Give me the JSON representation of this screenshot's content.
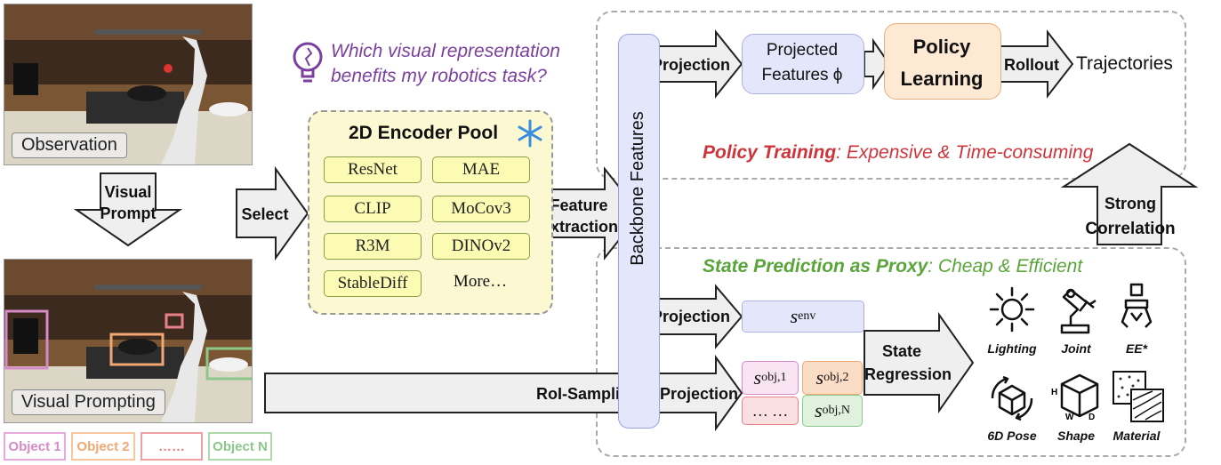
{
  "photos": {
    "observation_label": "Observation",
    "prompting_label": "Visual Prompting"
  },
  "arrows": {
    "visual_prompt": [
      "Visual",
      "Prompt"
    ],
    "select": "Select",
    "feature_extraction": [
      "Feature",
      "Extraction"
    ],
    "projection_top": "Projection",
    "rollout": "Rollout",
    "strong_correlation": [
      "Strong",
      "Correlation"
    ],
    "projection_bottom": "Projection",
    "state_regression": [
      "State",
      "Regression"
    ],
    "roi_sampling": "RoI-Sampling & Projection"
  },
  "question": [
    "Which visual representation",
    "benefits my robotics task?"
  ],
  "encoder_pool": {
    "title": "2D Encoder Pool",
    "items": [
      "ResNet",
      "MAE",
      "CLIP",
      "MoCov3",
      "R3M",
      "DINOv2",
      "StableDiff",
      "More…"
    ]
  },
  "backbone_label": "Backbone Features",
  "policy": {
    "projected_features": [
      "Projected",
      "Features ϕ"
    ],
    "policy_learning": [
      "Policy",
      "Learning"
    ],
    "trajectories": "Trajectories",
    "training_title": "Policy Training",
    "training_desc": ": Expensive & Time-consuming"
  },
  "state": {
    "title": "State Prediction as Proxy",
    "desc": ": Cheap & Efficient",
    "env": "s",
    "env_sup": "env",
    "obj1": "s",
    "obj1_sup": "obj,1",
    "obj2": "s",
    "obj2_sup": "obj,2",
    "objN": "s",
    "objN_sup": "obj,N",
    "dots": "… …"
  },
  "properties": [
    "Lighting",
    "Joint",
    "EE*",
    "6D Pose",
    "Shape",
    "Material"
  ],
  "legend": [
    "Object 1",
    "Object 2",
    "……",
    "Object N"
  ],
  "colors": {
    "policy_red": "#d0343a",
    "state_green": "#5aa53a",
    "question_purple": "#7b3fa0",
    "backbone_fill": "#e4e7fb",
    "encoder_pool_fill": "#fbf8d2",
    "policy_learning_fill": "#fde9d4",
    "obj1": "#d68ac7",
    "obj2": "#f2a873",
    "obj3": "#e88089",
    "objN": "#8cc88a"
  }
}
